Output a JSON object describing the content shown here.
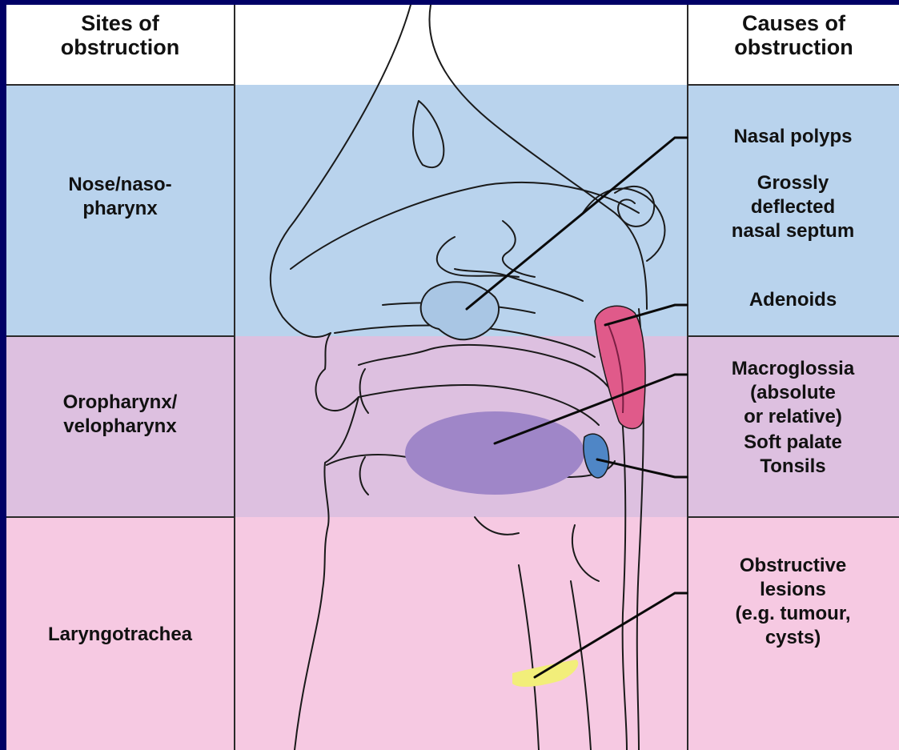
{
  "headers": {
    "sites": [
      "Sites of",
      "obstruction"
    ],
    "causes": [
      "Causes of",
      "obstruction"
    ]
  },
  "sites": {
    "nose": [
      "Nose/naso-",
      "pharynx"
    ],
    "oropharynx": [
      "Oropharynx/",
      "velopharynx"
    ],
    "laryngotrachea": [
      "Laryngotrachea"
    ]
  },
  "causes": {
    "nasal_polyps": [
      "Nasal polyps"
    ],
    "septum": [
      "Grossly",
      "deflected",
      "nasal septum"
    ],
    "adenoids": [
      "Adenoids"
    ],
    "macroglossia": [
      "Macroglossia",
      "(absolute",
      "or relative)"
    ],
    "soft_palate": [
      "Soft palate"
    ],
    "tonsils": [
      "Tonsils"
    ],
    "lesions": [
      "Obstructive",
      "lesions",
      "(e.g. tumour,",
      "cysts)"
    ]
  },
  "colors": {
    "frame": "#000066",
    "nose_band": "#b9d3ed",
    "oro_band": "#ddc0e0",
    "laryngo_band": "#f6c9e2",
    "adenoid": "#e05a8a",
    "tongue": "#9f86c8",
    "tonsil": "#4f86c6",
    "lesion": "#f2ee7a"
  }
}
